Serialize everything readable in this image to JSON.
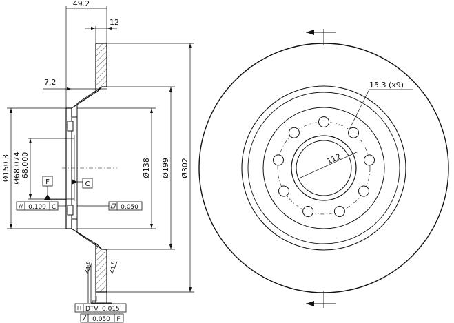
{
  "dimensions": {
    "overall_height": "49.2",
    "disc_thickness": "12",
    "hat_offset": "7.2",
    "pcd": "112",
    "bolt_holes": "15.3 (x9)",
    "dia_150": "Ø150.3",
    "dia_68a": "Ø68.074",
    "dia_68b": "68.000",
    "dia_138": "Ø138",
    "dia_199": "Ø199",
    "dia_302": "Ø302"
  },
  "datums": {
    "f": "F",
    "c": "C"
  },
  "tolerances": {
    "parallelism": {
      "value": "0.100",
      "datum": "C"
    },
    "flatness": {
      "value": "0.050"
    },
    "dtv": {
      "label": "DTV",
      "value": "0.015"
    },
    "runout": {
      "value": "0.050",
      "datum": "F"
    }
  },
  "surface_finish": {
    "value": "1.6"
  }
}
